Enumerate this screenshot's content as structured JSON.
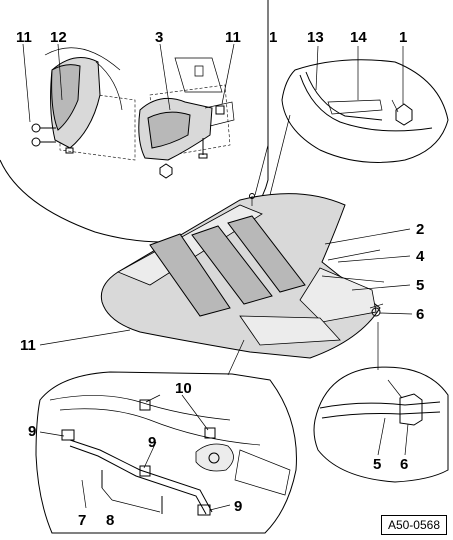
{
  "figure": {
    "reference_code": "A50-0568"
  },
  "callouts": [
    {
      "id": "c-11-tl",
      "text": "11"
    },
    {
      "id": "c-12",
      "text": "12"
    },
    {
      "id": "c-3",
      "text": "3"
    },
    {
      "id": "c-11-tm",
      "text": "11"
    },
    {
      "id": "c-1-top",
      "text": "1"
    },
    {
      "id": "c-13",
      "text": "13"
    },
    {
      "id": "c-14",
      "text": "14"
    },
    {
      "id": "c-1-tr",
      "text": "1"
    },
    {
      "id": "c-2",
      "text": "2"
    },
    {
      "id": "c-4",
      "text": "4"
    },
    {
      "id": "c-5-main",
      "text": "5"
    },
    {
      "id": "c-6-main",
      "text": "6"
    },
    {
      "id": "c-11-left",
      "text": "11"
    },
    {
      "id": "c-10",
      "text": "10"
    },
    {
      "id": "c-9-left",
      "text": "9"
    },
    {
      "id": "c-9-mid",
      "text": "9"
    },
    {
      "id": "c-9-right",
      "text": "9"
    },
    {
      "id": "c-7",
      "text": "7"
    },
    {
      "id": "c-8",
      "text": "8"
    },
    {
      "id": "c-5-detail",
      "text": "5"
    },
    {
      "id": "c-6-detail",
      "text": "6"
    }
  ]
}
